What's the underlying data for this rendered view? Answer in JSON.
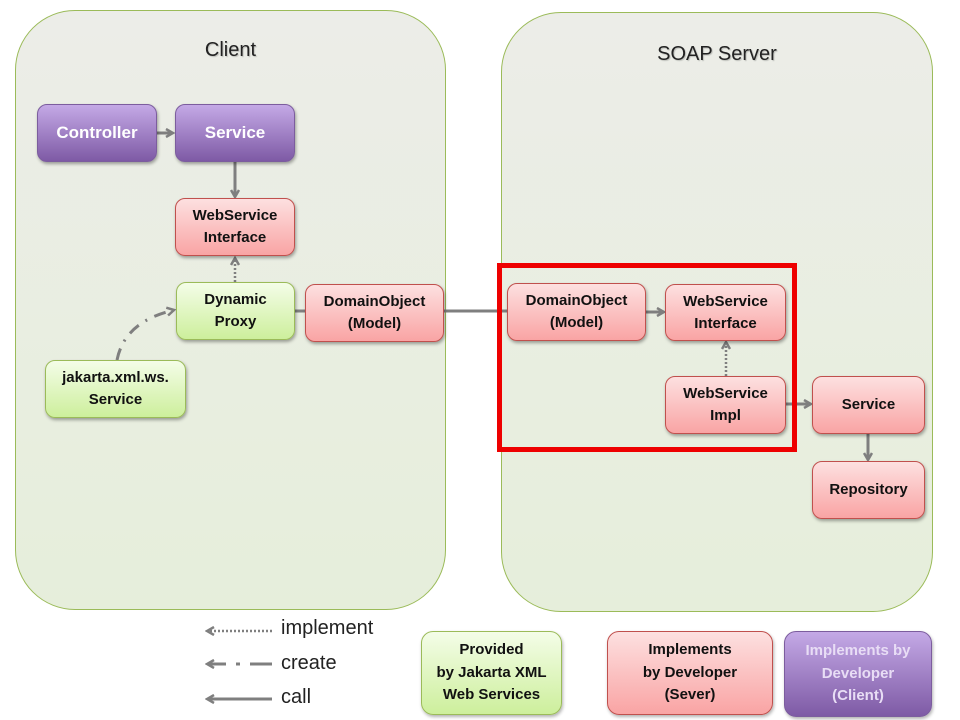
{
  "regions": {
    "client": {
      "title": "Client"
    },
    "server": {
      "title": "SOAP Server"
    }
  },
  "client": {
    "controller": "Controller",
    "service": "Service",
    "ws_interface": "WebService\nInterface",
    "dynamic_proxy": "Dynamic\nProxy",
    "jakarta_service": "jakarta.xml.ws.\nService",
    "domain_object": "DomainObject\n(Model)"
  },
  "server": {
    "domain_object": "DomainObject\n(Model)",
    "ws_interface": "WebService\nInterface",
    "ws_impl": "WebService\nImpl",
    "service": "Service",
    "repository": "Repository"
  },
  "legend": {
    "lines": {
      "implement": "implement",
      "create": "create",
      "call": "call"
    },
    "boxes": {
      "provided": "Provided\nby Jakarta XML\nWeb Services",
      "server_dev": "Implements\nby Developer\n(Sever)",
      "client_dev": "Implements by\nDeveloper\n(Client)"
    }
  },
  "colors": {
    "arrow": "#7f7f7f",
    "highlight": "#ee0000",
    "provided": "#cdef9c",
    "server_dev": "#f9a4a4",
    "client_dev": "#7e5aa5"
  }
}
